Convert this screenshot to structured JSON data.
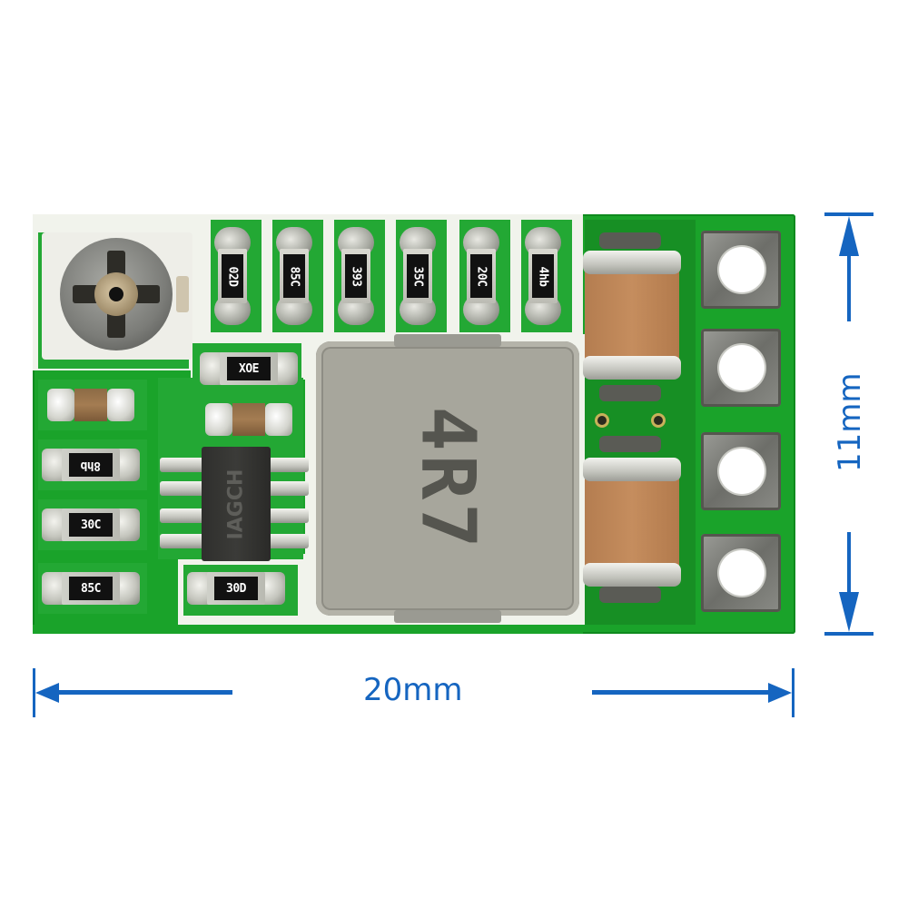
{
  "image": {
    "subject": "Mini DC-DC buck converter module PCB",
    "background_color": "#ffffff",
    "pcb_color": "#1aa32a",
    "dimension_color": "#1565c0"
  },
  "dimensions": {
    "width_label": "20mm",
    "height_label": "11mm"
  },
  "components": {
    "top_resistors": [
      {
        "marking": "02D"
      },
      {
        "marking": "85C"
      },
      {
        "marking": "393"
      },
      {
        "marking": "35C"
      },
      {
        "marking": "20C"
      },
      {
        "marking": "4hb"
      }
    ],
    "middle_resistor": {
      "marking": "XOE"
    },
    "left_resistors": [
      {
        "marking": "8hb"
      },
      {
        "marking": "30C"
      },
      {
        "marking": "85C"
      }
    ],
    "bottom_resistor": {
      "marking": "30D"
    },
    "ic": {
      "marking": "IAGCH"
    },
    "inductor": {
      "marking": "4R7"
    },
    "potentiometer": {
      "label": "trimmer-potentiometer"
    },
    "header_pins": 4
  }
}
